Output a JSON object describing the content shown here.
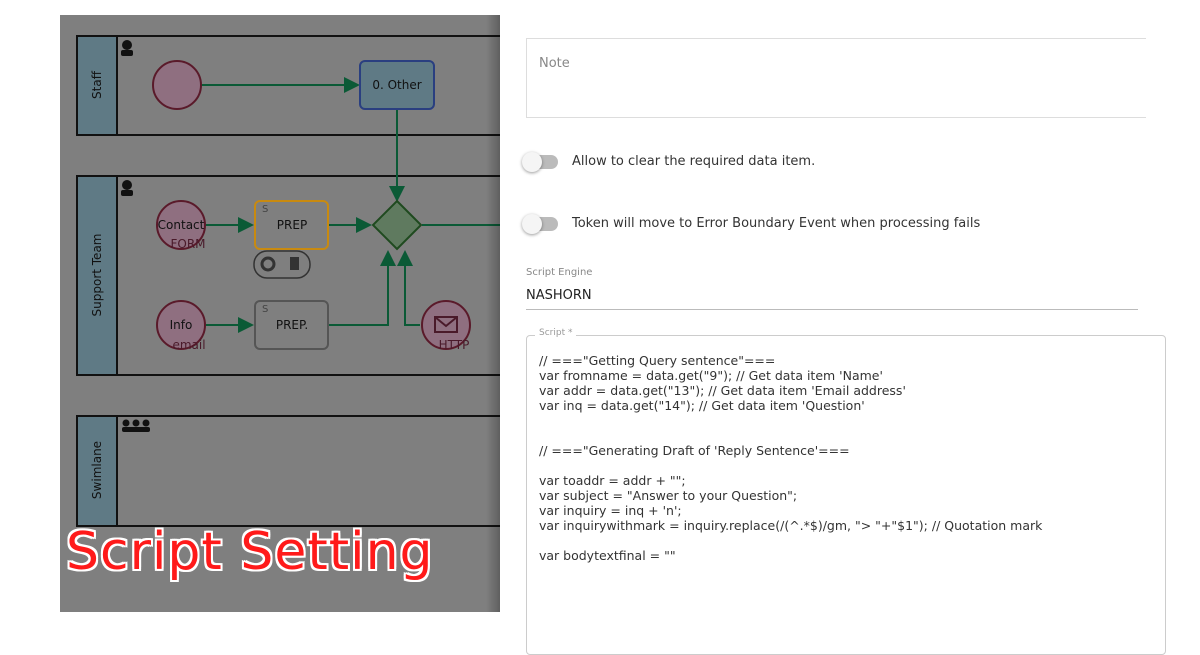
{
  "diagram": {
    "lanes": [
      {
        "label": "Staff"
      },
      {
        "label": "Support Team"
      },
      {
        "label": "Swimlane"
      }
    ],
    "nodes": {
      "other": "0. Other",
      "prep1": "PREP",
      "prep2": "PREP.",
      "contact": "Contact",
      "form": "FORM",
      "info": "Info",
      "email": "email",
      "http": "HTTP"
    }
  },
  "overlay_title": "Script Setting",
  "form": {
    "note_placeholder": "Note",
    "toggle1": "Allow to clear the required data item.",
    "toggle2": "Token will move to Error Boundary Event when processing fails",
    "engine_label": "Script Engine",
    "engine_value": "NASHORN",
    "script_label": "Script *",
    "script_code": "// ===\"Getting Query sentence\"===\nvar fromname = data.get(\"9\"); // Get data item 'Name'\nvar addr = data.get(\"13\"); // Get data item 'Email address'\nvar inq = data.get(\"14\"); // Get data item 'Question'\n\n\n// ===\"Generating Draft of 'Reply Sentence'===\n\nvar toaddr = addr + \"\";\nvar subject = \"Answer to your Question\";\nvar inquiry = inq + 'n';\nvar inquirywithmark = inquiry.replace(/(^.*$)/gm, \"> \"+\"$1\"); // Quotation mark\n\nvar bodytextfinal = \"\""
  }
}
